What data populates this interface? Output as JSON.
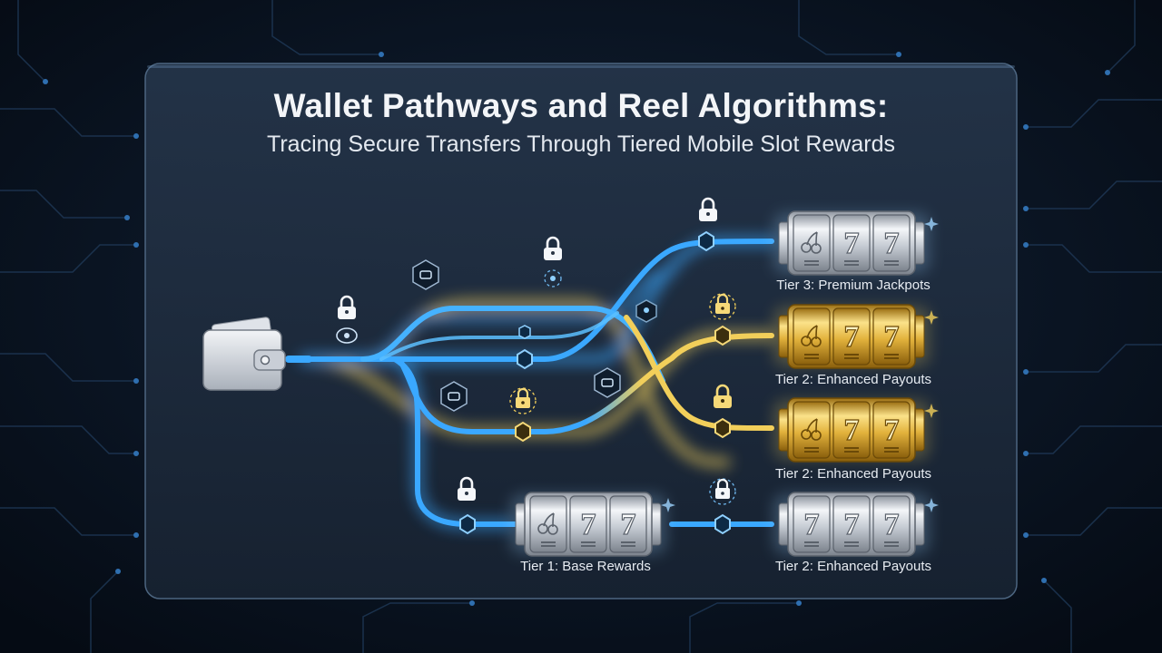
{
  "header": {
    "title": "Wallet Pathways and Reel Algorithms:",
    "subtitle": "Tracing Secure Transfers Through Tiered Mobile Slot Rewards"
  },
  "colors": {
    "background": "#07101c",
    "panel": "#1a2636",
    "blue_path": "#3aa8ff",
    "gold_path": "#f2cf5a",
    "silver_reel": "#c9ced6",
    "gold_reel": "#d9a92e"
  },
  "tiers": [
    {
      "label": "Tier 3: Premium Jackpots",
      "style": "silver",
      "symbols": [
        "cherry",
        "7",
        "7"
      ]
    },
    {
      "label": "Tier 2: Enhanced Payouts",
      "style": "gold",
      "symbols": [
        "cherry",
        "7",
        "7"
      ]
    },
    {
      "label": "Tier 2: Enhanced Payouts",
      "style": "gold",
      "symbols": [
        "cherry",
        "7",
        "7"
      ]
    },
    {
      "label": "Tier 2: Enhanced Payouts",
      "style": "silver",
      "symbols": [
        "7",
        "7",
        "7"
      ]
    },
    {
      "label": "Tier 1: Base Rewards",
      "style": "silver",
      "symbols": [
        "cherry",
        "7",
        "7"
      ]
    }
  ],
  "icons": {
    "wallet": "wallet-icon",
    "lock": "lock-icon",
    "node": "hexagon-node-icon",
    "reel_symbol_seven": "7",
    "reel_symbol_cherry": "cherry-icon"
  }
}
